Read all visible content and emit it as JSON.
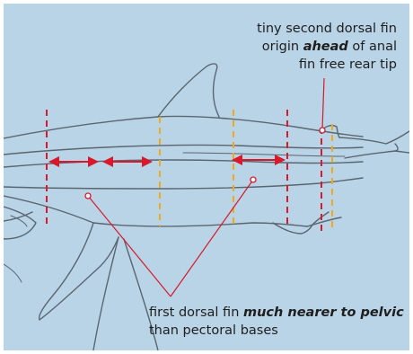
{
  "annotations": {
    "second_dorsal": {
      "line1": "tiny second dorsal fin",
      "line2_pre": "origin ",
      "line2_emph": "ahead",
      "line2_post": " of anal",
      "line3": "fin free rear tip"
    },
    "first_dorsal": {
      "line1_pre": "first dorsal fin ",
      "line1_emph": "much nearer to pelvic",
      "line2": "than pectoral bases"
    }
  },
  "colors": {
    "background": "#b9d4e6",
    "outline": "#5a6670",
    "red_marker": "#d7192b",
    "yellow_marker": "#f0a81c"
  }
}
